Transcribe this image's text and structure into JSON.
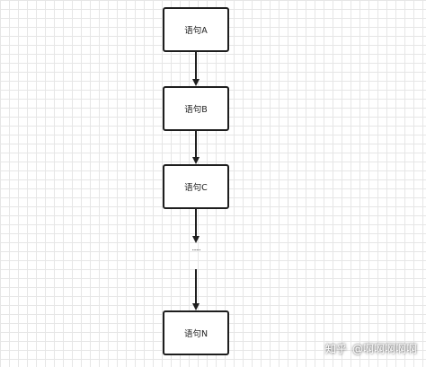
{
  "diagram": {
    "nodes": [
      {
        "id": "a",
        "label": "语句A"
      },
      {
        "id": "b",
        "label": "语句B"
      },
      {
        "id": "c",
        "label": "语句C"
      },
      {
        "id": "n",
        "label": "语句N"
      }
    ],
    "ellipsis": "......",
    "edges": [
      {
        "from": "a",
        "to": "b"
      },
      {
        "from": "b",
        "to": "c"
      },
      {
        "from": "c",
        "to": "ellipsis"
      },
      {
        "from": "ellipsis",
        "to": "n"
      }
    ]
  },
  "watermark": {
    "brand": "知乎",
    "user": "@啊啊啊啊啊"
  },
  "colors": {
    "stroke": "#1e1e1e",
    "grid": "#e6e6e6",
    "background": "#ffffff"
  }
}
